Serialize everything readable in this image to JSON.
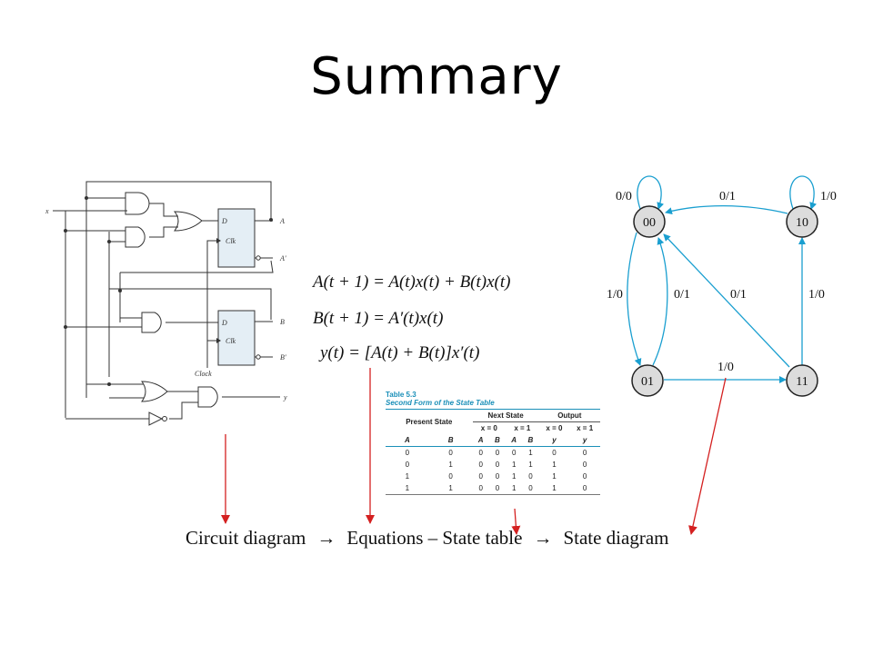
{
  "title": "Summary",
  "circuit": {
    "input_label": "x",
    "clock_label": "Clock",
    "ff_a": {
      "d": "D",
      "clk": "Clk",
      "q": "A",
      "qn": "A′"
    },
    "ff_b": {
      "d": "D",
      "clk": "Clk",
      "q": "B",
      "qn": "B′"
    },
    "output_label": "y"
  },
  "equations": {
    "eq1": "A(t + 1) = A(t)x(t) + B(t)x(t)",
    "eq2": "B(t + 1) = A′(t)x(t)",
    "eq3": "y(t) = [A(t) + B(t)]x′(t)"
  },
  "state_table": {
    "number": "Table 5.3",
    "caption": "Second Form of the State Table",
    "header_groups": [
      "Present State",
      "Next State",
      "Output"
    ],
    "sub_headers": [
      "x = 0",
      "x = 1",
      "x = 0",
      "x = 1"
    ],
    "columns": [
      "A",
      "B",
      "A",
      "B",
      "A",
      "B",
      "y",
      "y"
    ],
    "rows": [
      [
        "0",
        "0",
        "0",
        "0",
        "0",
        "1",
        "0",
        "0"
      ],
      [
        "0",
        "1",
        "0",
        "0",
        "1",
        "1",
        "1",
        "0"
      ],
      [
        "1",
        "0",
        "0",
        "0",
        "1",
        "0",
        "1",
        "0"
      ],
      [
        "1",
        "1",
        "0",
        "0",
        "1",
        "0",
        "1",
        "0"
      ]
    ]
  },
  "state_diagram": {
    "states": [
      "00",
      "10",
      "01",
      "11"
    ],
    "labels": {
      "self_00": "0/0",
      "self_10": "1/0",
      "e_10_00": "0/1",
      "e_00_01": "1/0",
      "e_01_00": "0/1",
      "e_11_00": "0/1",
      "e_11_10": "1/0",
      "e_01_11": "1/0"
    },
    "colors": {
      "edge": "#1a9fd0",
      "pointer": "#d42020"
    }
  },
  "flow": {
    "step1": "Circuit diagram",
    "arrow": "→",
    "step2": "Equations – State table",
    "step3": "State diagram"
  }
}
